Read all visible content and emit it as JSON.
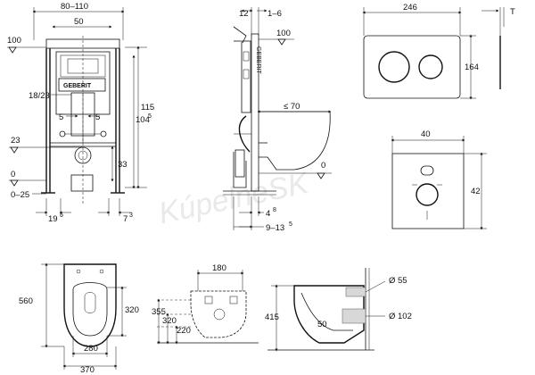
{
  "frame_front": {
    "dim_80_110": "80–110",
    "dim_50": "50",
    "level_100": "100",
    "dim_18_23": "18/23",
    "dim_5_left": "5",
    "dim_5_right": "5",
    "level_23": "23",
    "level_0": "0",
    "dim_0_25": "0–25",
    "dim_33": "33",
    "dim_115": "115",
    "dim_104": "104",
    "dim_104_sup": "5",
    "dim_19": "19",
    "dim_19_sup": "5",
    "dim_7": "7",
    "dim_7_sup": "3",
    "brand": "GEBERIT"
  },
  "frame_side": {
    "dim_12": "12",
    "dim_1_6": "1–6",
    "level_100": "100",
    "dim_le70": "≤ 70",
    "level_0": "0",
    "dim_4": "4",
    "dim_4_sup": "8",
    "dim_9_13": "9–13",
    "dim_9_13_sup": "5",
    "brand_vertical": "GEBERIT"
  },
  "flush_plate": {
    "dim_246": "246",
    "dim_164": "164",
    "dim_T": "T"
  },
  "wall_plate": {
    "dim_40": "40",
    "dim_42": "42"
  },
  "bowl_top": {
    "dim_560": "560",
    "dim_320": "320",
    "dim_280": "280",
    "dim_370": "370"
  },
  "bowl_back": {
    "dim_180": "180",
    "dim_355": "355",
    "dim_320": "320",
    "dim_220": "220"
  },
  "bowl_side": {
    "dim_415": "415",
    "dim_50": "50",
    "dim_55": "Ø 55",
    "dim_102": "Ø 102"
  },
  "watermark": "KúpelneSK"
}
